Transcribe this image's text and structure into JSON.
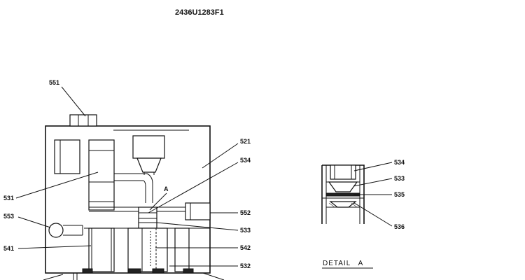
{
  "drawing_number": "2436U1283F1",
  "detail_caption": "DETAIL   A",
  "section_marker": "A",
  "callouts": {
    "c551": "551",
    "c521": "521",
    "c534": "534",
    "c531": "531",
    "c553": "553",
    "c552": "552",
    "c533": "533",
    "c541": "541",
    "c542": "542",
    "c532": "532",
    "d534": "534",
    "d533": "533",
    "d535": "535",
    "d536": "536"
  }
}
